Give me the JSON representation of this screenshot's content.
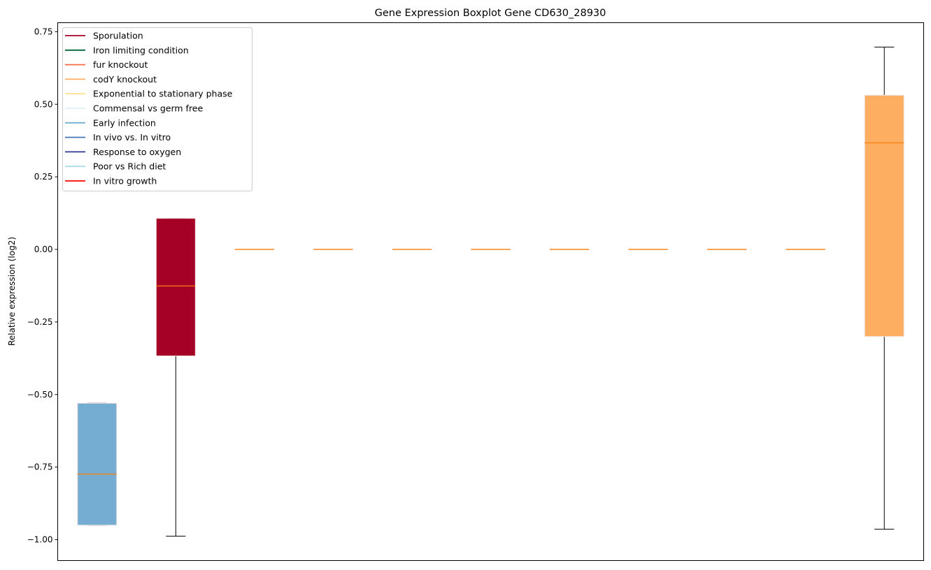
{
  "chart_data": {
    "type": "boxplot",
    "title": "Gene Expression Boxplot Gene CD630_28930",
    "xlabel": "",
    "ylabel": "Relative expression (log2)",
    "ylim": [
      -1.072,
      0.781
    ],
    "yticks": [
      0.75,
      0.5,
      0.25,
      0.0,
      -0.25,
      -0.5,
      -0.75,
      -1.0
    ],
    "ytick_labels": [
      "0.75",
      "0.50",
      "0.25",
      "0.00",
      "−0.25",
      "−0.50",
      "−0.75",
      "−1.00"
    ],
    "grid": false,
    "legend_placement": "top-left",
    "legend": [
      {
        "label": "Sporulation",
        "color": "#a50026"
      },
      {
        "label": "Iron limiting condition",
        "color": "#006837"
      },
      {
        "label": "fur knockout",
        "color": "#f46d43"
      },
      {
        "label": "codY knockout",
        "color": "#fdae61"
      },
      {
        "label": "Exponential to stationary phase",
        "color": "#fee090"
      },
      {
        "label": "Commensal vs germ free",
        "color": "#e0f3f8"
      },
      {
        "label": "Early infection",
        "color": "#74add1"
      },
      {
        "label": "In vivo vs. In vitro",
        "color": "#4575b4"
      },
      {
        "label": "Response to oxygen",
        "color": "#313695"
      },
      {
        "label": "Poor vs Rich diet",
        "color": "#abd9e9"
      },
      {
        "label": "In vitro growth",
        "color": "#ff0000"
      }
    ],
    "boxes": [
      {
        "color": "#74add1",
        "whisker_low": -0.95,
        "q1": -0.95,
        "median": -0.774,
        "q3": -0.53,
        "whisker_high": -0.53
      },
      {
        "color": "#a50026",
        "whisker_low": -0.988,
        "q1": -0.367,
        "median": -0.126,
        "q3": 0.107,
        "whisker_high": 0.107
      },
      {
        "color": "#fdae61",
        "whisker_low": 0,
        "q1": 0,
        "median": 0,
        "q3": 0,
        "whisker_high": 0
      },
      {
        "color": "#fdae61",
        "whisker_low": 0,
        "q1": 0,
        "median": 0,
        "q3": 0,
        "whisker_high": 0
      },
      {
        "color": "#fdae61",
        "whisker_low": 0,
        "q1": 0,
        "median": 0,
        "q3": 0,
        "whisker_high": 0
      },
      {
        "color": "#fdae61",
        "whisker_low": 0,
        "q1": 0,
        "median": 0,
        "q3": 0,
        "whisker_high": 0
      },
      {
        "color": "#fdae61",
        "whisker_low": 0,
        "q1": 0,
        "median": 0,
        "q3": 0,
        "whisker_high": 0
      },
      {
        "color": "#fdae61",
        "whisker_low": 0,
        "q1": 0,
        "median": 0,
        "q3": 0,
        "whisker_high": 0
      },
      {
        "color": "#fdae61",
        "whisker_low": 0,
        "q1": 0,
        "median": 0,
        "q3": 0,
        "whisker_high": 0
      },
      {
        "color": "#fdae61",
        "whisker_low": 0,
        "q1": 0,
        "median": 0,
        "q3": 0,
        "whisker_high": 0
      },
      {
        "color": "#fdae61",
        "whisker_low": -0.964,
        "q1": -0.3,
        "median": 0.367,
        "q3": 0.531,
        "whisker_high": 0.697
      }
    ],
    "median_color": "#ff7f0e"
  }
}
